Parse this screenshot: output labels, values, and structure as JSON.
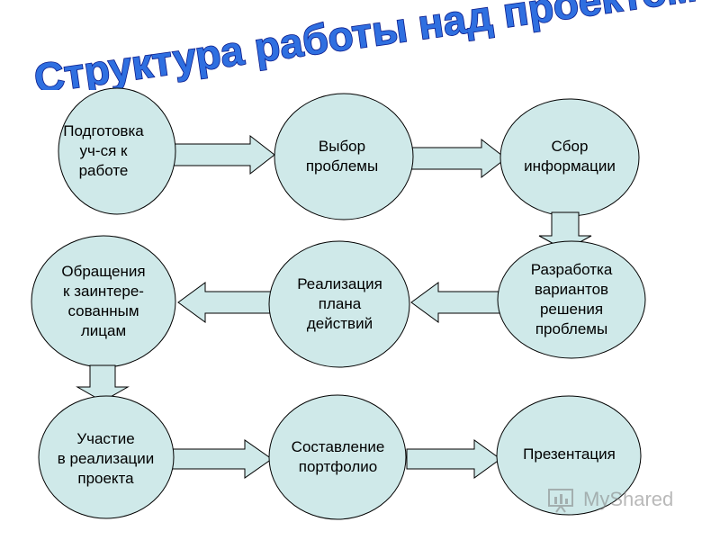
{
  "title": "Структура работы над проектом",
  "nodes": {
    "preparation": "Подготовка\nуч-ся к\nработе",
    "problem_choice": "Выбор\nпроблемы",
    "info_collection": "Сбор\nинформации",
    "appeal": "Обращения\nк заинтере-\nсованным\nлицам",
    "plan_implementation": "Реализация\nплана\nдействий",
    "solution_variants": "Разработка\nвариантов\nрешения\nпроблемы",
    "participation": "Участие\nв реализации\nпроекта",
    "portfolio": "Составление\nпортфолио",
    "presentation": "Презентация"
  },
  "watermark": "MyShared",
  "colors": {
    "node_fill": "#cfe9e9",
    "node_stroke": "#000000",
    "arrow_fill": "#cfe9e9",
    "title_fill": "#2f6fe0",
    "title_stroke": "#0a1a8a"
  }
}
